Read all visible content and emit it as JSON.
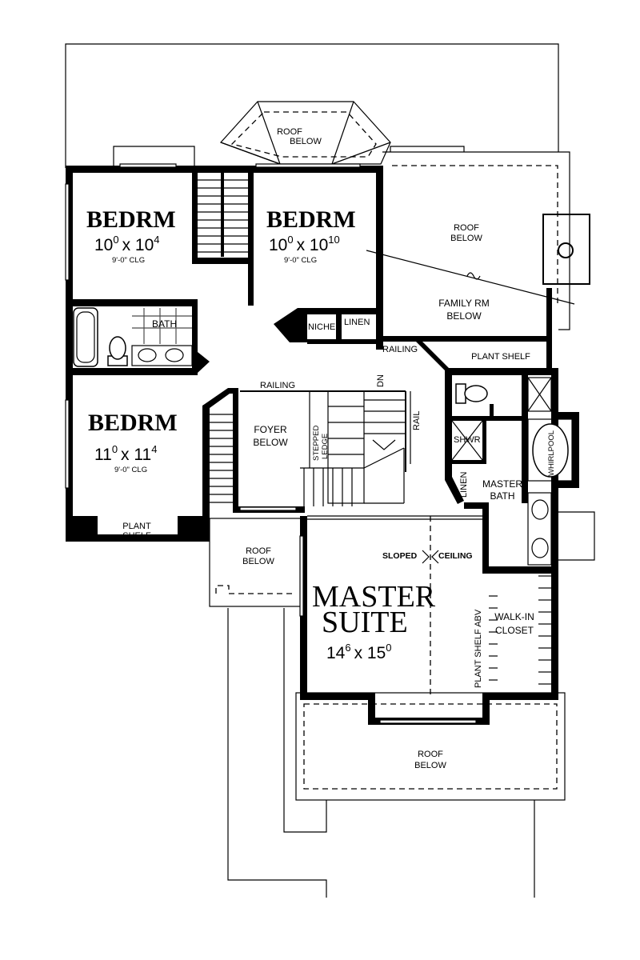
{
  "rooms": {
    "bedroom_1": {
      "name": "BEDRM",
      "dim_a": "10",
      "sup_a": "0",
      "dim_b": "x 10",
      "sup_b": "4",
      "ceiling": "9'-0\" CLG"
    },
    "bedroom_2": {
      "name": "BEDRM",
      "dim_a": "10",
      "sup_a": "0",
      "dim_b": "x 10",
      "sup_b": "10",
      "ceiling": "9'-0\" CLG"
    },
    "bedroom_3": {
      "name": "BEDRM",
      "dim_a": "11",
      "sup_a": "0",
      "dim_b": "x 11",
      "sup_b": "4",
      "ceiling": "9'-0\" CLG"
    },
    "master_suite": {
      "line1": "MASTER",
      "line2": "SUITE",
      "dim_a": "14",
      "sup_a": "6",
      "dim_b": "x 15",
      "sup_b": "0"
    },
    "bath": "BATH",
    "family_room": {
      "line1": "FAMILY RM",
      "line2": "BELOW"
    },
    "foyer": {
      "line1": "FOYER",
      "line2": "BELOW"
    },
    "master_bath": {
      "line1": "MASTER",
      "line2": "BATH"
    },
    "walk_in_closet": {
      "line1": "WALK-IN",
      "line2": "CLOSET"
    }
  },
  "labels": {
    "roof_top": {
      "line1": "ROOF",
      "line2": "BELOW"
    },
    "roof_right": {
      "line1": "ROOF",
      "line2": "BELOW"
    },
    "roof_left": {
      "line1": "ROOF",
      "line2": "BELOW"
    },
    "roof_bottom": {
      "line1": "ROOF",
      "line2": "BELOW"
    },
    "niche": "NICHE",
    "linen_hall": "LINEN",
    "linen_master": "LINEN",
    "railing_upper": "RAILING",
    "railing_lower": "RAILING",
    "plant_shelf_right": "PLANT SHELF",
    "plant_shelf_left": {
      "line1": "PLANT",
      "line2": "SHELF"
    },
    "stepped_ledge": {
      "line1": "STEPPED",
      "line2": "LEDGE"
    },
    "stair_dn": "DN",
    "rail": "RAIL",
    "shower": "SHWR",
    "whirlpool": "WHIRLPOOL",
    "sloped": "SLOPED",
    "ceiling": "CEILING",
    "plant_shelf_abv": "PLANT SHELF ABV"
  }
}
